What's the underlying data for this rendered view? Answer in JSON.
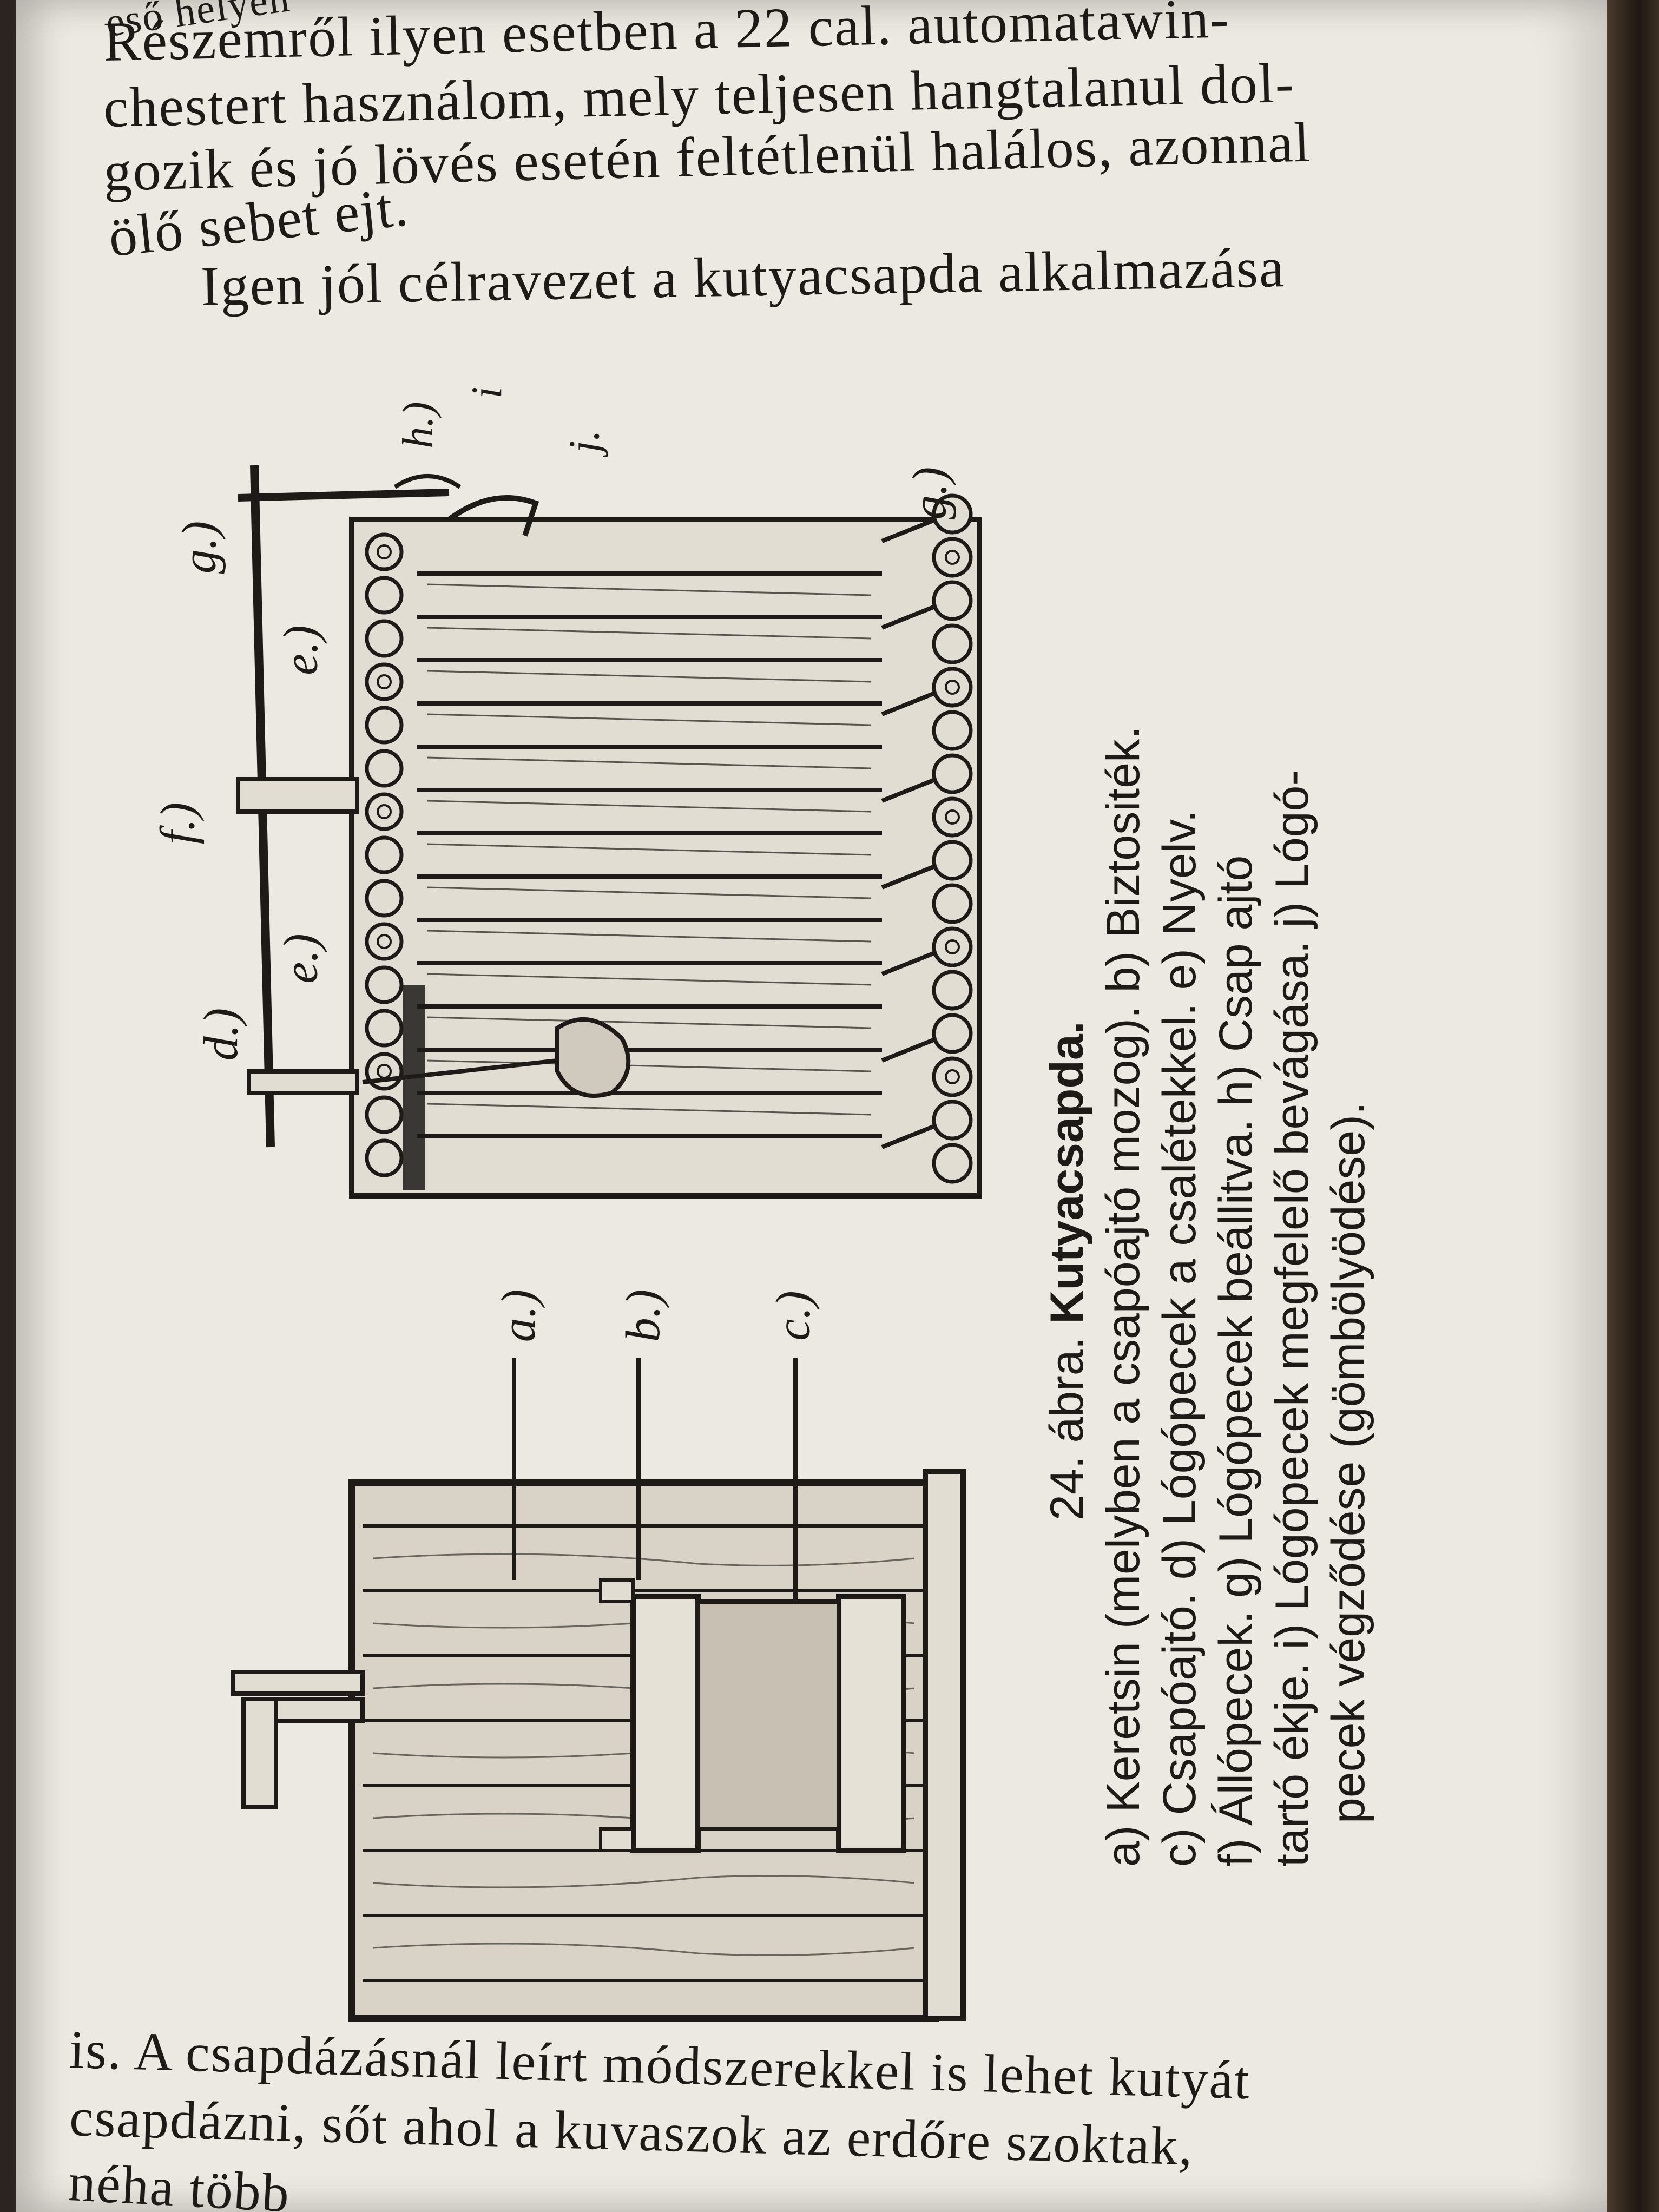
{
  "top_text": [
    "eső helyen",
    "Részemről ilyen esetben a 22 cal. automatawin-",
    "chestert használom, mely teljesen hangtalanul dol-",
    "gozik és jó lövés esetén feltétlenül halálos, azonnal",
    "ölő sebet ejt.",
    "Igen jól célravezet a kutyacsapda alkalmazása"
  ],
  "figure_labels": {
    "a": "a.)",
    "b": "b.)",
    "c": "c.)",
    "d": "d.)",
    "e": "e.)",
    "f": "f.)",
    "g": "g.)",
    "h": "h.)",
    "i": "i",
    "j": "j.",
    "g2": "g.)"
  },
  "caption": {
    "number": "24. ábra.",
    "title": "Kutyacsapda.",
    "lines": [
      "a) Keretsin (melyben a csapóajtó mozog). b) Biztositék.",
      "c) Csapóajtó. d) Lógópecek a csalétekkel. e) Nyelv.",
      "f) Állópecek. g) Lógópecek beállitva. h) Csap ajtó",
      "tartó ékje. i) Lógópecek megfelelő bevágása. j) Lógó-",
      "pecek végződése (gömbölyödése)."
    ]
  },
  "bottom_text": [
    "is. A csapdázásnál leírt módszerekkel is lehet kutyát",
    "csapdázni, sőt ahol a kuvaszok az erdőre szoktak,",
    "néha több"
  ]
}
